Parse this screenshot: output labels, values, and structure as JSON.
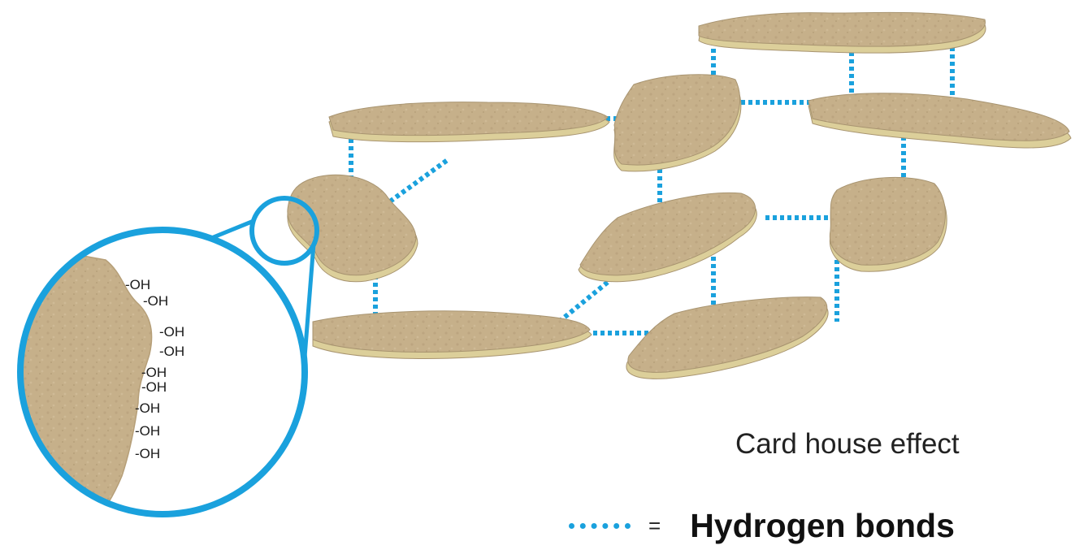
{
  "diagram": {
    "caption": "Card house effect",
    "legend": {
      "equals": "=",
      "label": "Hydrogen bonds",
      "bond_color": "#1aa1dd"
    },
    "zoom_labels": [
      "-OH",
      "-OH",
      "-OH",
      "-OH",
      "-OH",
      "-OH",
      "-OH",
      "-OH",
      "-OH"
    ],
    "colors": {
      "platelet_top": "#c4ae88",
      "platelet_edge": "#dccf9a",
      "bond": "#1aa1dd",
      "zoom_circle": "#1aa1dd"
    }
  }
}
